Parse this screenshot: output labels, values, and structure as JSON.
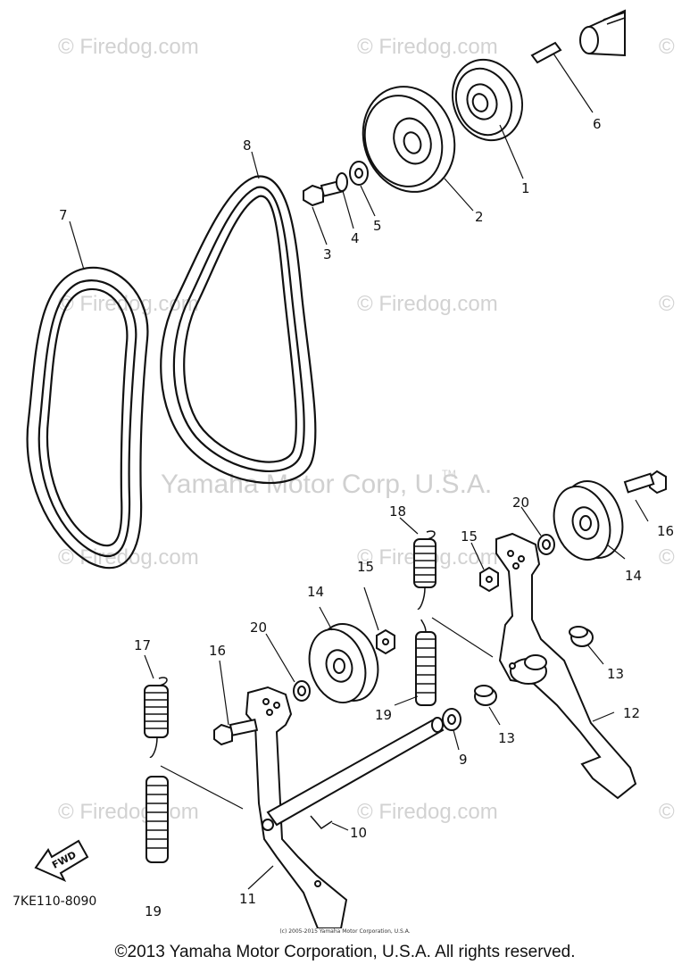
{
  "watermarks": {
    "firedog": "© Firedog.com",
    "firedog_partial": "©",
    "firedog_partial_right": "©",
    "yamaha": "Yamaha Motor Corp, U.S.A.",
    "tm": "TM"
  },
  "labels": {
    "p1": "1",
    "p2": "2",
    "p3": "3",
    "p4": "4",
    "p5": "5",
    "p6": "6",
    "p7": "7",
    "p8": "8",
    "p9": "9",
    "p10": "10",
    "p11": "11",
    "p12": "12",
    "p13a": "13",
    "p13b": "13",
    "p14a": "14",
    "p14b": "14",
    "p15a": "15",
    "p15b": "15",
    "p16a": "16",
    "p16b": "16",
    "p17": "17",
    "p18": "18",
    "p19a": "19",
    "p19b": "19",
    "p20a": "20",
    "p20b": "20"
  },
  "fwd_badge": "FWD",
  "part_code": "7KE110-8090",
  "small_credit": "(c) 2005-2015 Yamaha Motor Corporation, U.S.A.",
  "copyright": "©2013 Yamaha Motor Corporation, U.S.A. All rights reserved."
}
